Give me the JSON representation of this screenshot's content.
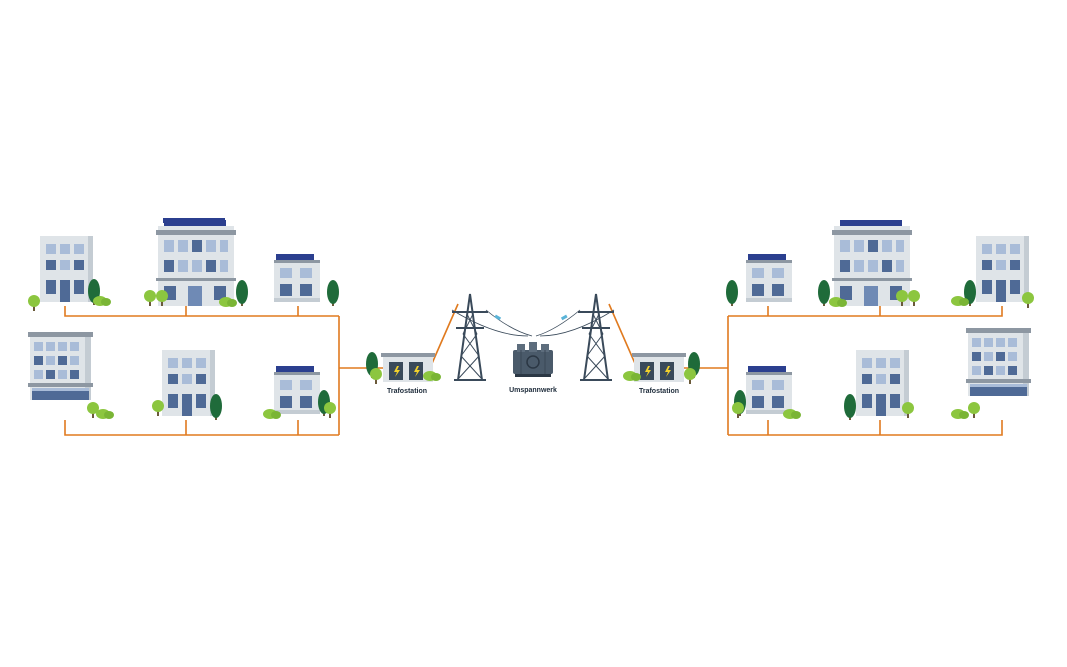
{
  "labels": {
    "trafostation_left": "Trafostation",
    "umspannwerk": "Umspannwerk",
    "trafostation_right": "Trafostation"
  },
  "colors": {
    "cable": "#e07a1f",
    "building_light": "#dfe4e8",
    "building_mid": "#c4ccd3",
    "roof": "#8d97a2",
    "window": "#4f6a96",
    "window_light": "#a9bcd8",
    "solar": "#2b3f8f",
    "tree_dark": "#1f6b3a",
    "tree_light": "#8cc63f",
    "tower": "#3a4a5a",
    "transformer": "#4a5a6a",
    "insulator": "#5ab4d8"
  },
  "icons": {
    "tower": "transmission-tower-icon",
    "transformer": "transformer-icon",
    "substation": "trafostation-icon",
    "building": "building-icon",
    "solar": "solar-panel-icon",
    "tree": "tree-icon",
    "bush": "bush-icon"
  }
}
